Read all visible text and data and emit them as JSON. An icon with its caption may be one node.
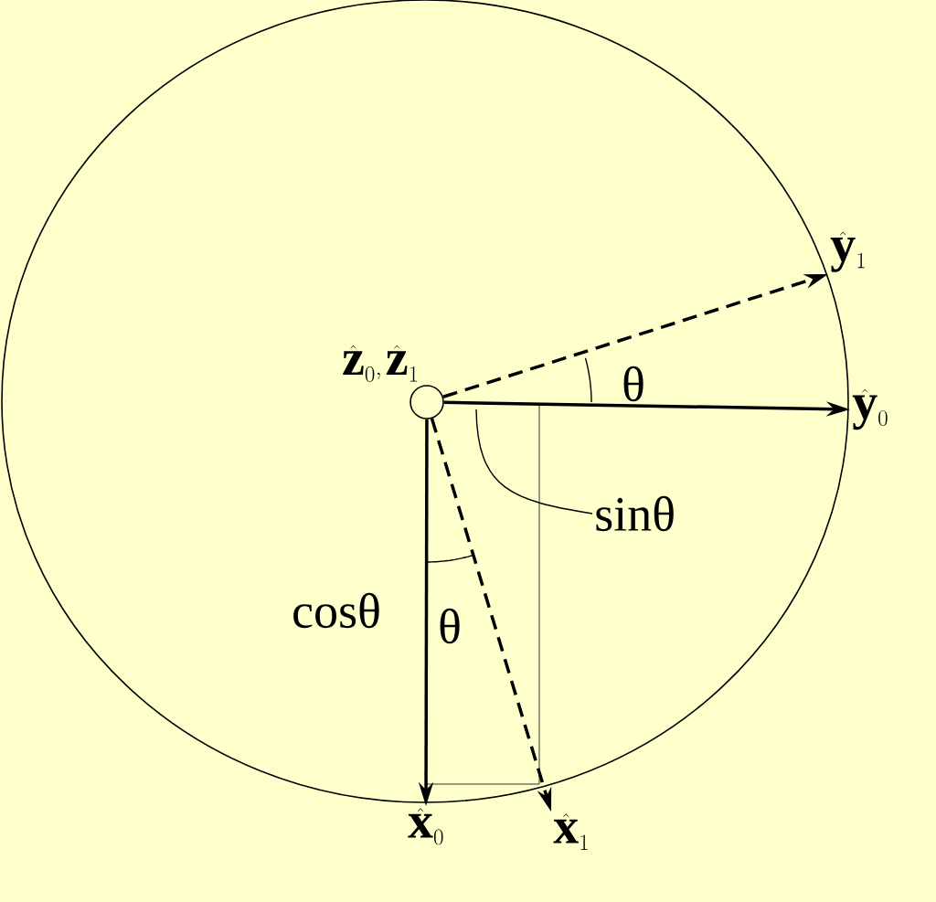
{
  "diagram": {
    "nodes": [
      {
        "text": [],
        "shape": "circle",
        "beside": [
          "\\hat{\\mathbf{z}}_0, \\hat{\\mathbf{z}}_1"
        ]
      },
      {
        "text": [
          "\\hat{\\mathbf{y}}_0"
        ]
      },
      {
        "text": [
          "\\hat{\\mathbf{y}}_1"
        ]
      },
      {
        "text": [
          "\\hat{\\mathbf{x}}_0"
        ]
      },
      {
        "text": [
          "\\hat{\\mathbf{x}}_1"
        ]
      },
      {
        "text": [
          "sinθ"
        ]
      }
    ],
    "edges": [
      {
        "from": 0,
        "to": 1,
        "arrow": "to"
      },
      {
        "from": 0,
        "to": 2,
        "arrow": "to",
        "style": "dashed"
      },
      {
        "from": 0,
        "to": 3,
        "arrow": "to"
      },
      {
        "from": 0,
        "to": 4,
        "arrow": "to",
        "style": "dashed"
      },
      {
        "from": 5,
        "to": null,
        "arrow": "none"
      }
    ],
    "labels": [
      "θ",
      "cosθ",
      "θ"
    ]
  }
}
